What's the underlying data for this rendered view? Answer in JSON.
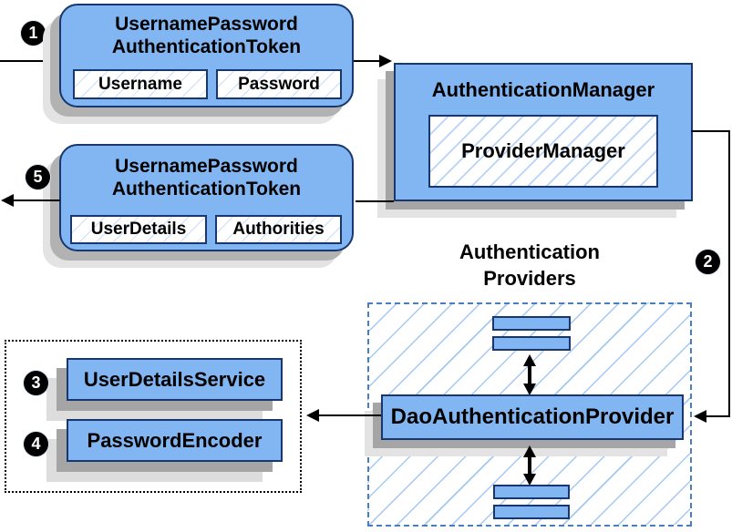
{
  "colors": {
    "box_fill": "#82B6F2",
    "box_border": "#17376E",
    "hatch_line": "#A9CDF8",
    "providers_dashed_border": "#4A7EC2",
    "shadow_dark": "#A5A5A5",
    "shadow_light": "#E3E3E3",
    "arrow": "#000000",
    "badge_bg": "#000000",
    "badge_text": "#FFFFFF"
  },
  "badges": {
    "step1": "1",
    "step2": "2",
    "step3": "3",
    "step4": "4",
    "step5": "5"
  },
  "request_token": {
    "title_line1": "UsernamePassword",
    "title_line2": "AuthenticationToken",
    "field1": "Username",
    "field2": "Password"
  },
  "auth_manager": {
    "title": "AuthenticationManager",
    "inner_label": "ProviderManager"
  },
  "response_token": {
    "title_line1": "UsernamePassword",
    "title_line2": "AuthenticationToken",
    "field1": "UserDetails",
    "field2": "Authorities"
  },
  "providers": {
    "label_line1": "Authentication",
    "label_line2": "Providers",
    "dao_label": "DaoAuthenticationProvider"
  },
  "beans": {
    "service_label": "UserDetailsService",
    "encoder_label": "PasswordEncoder"
  }
}
